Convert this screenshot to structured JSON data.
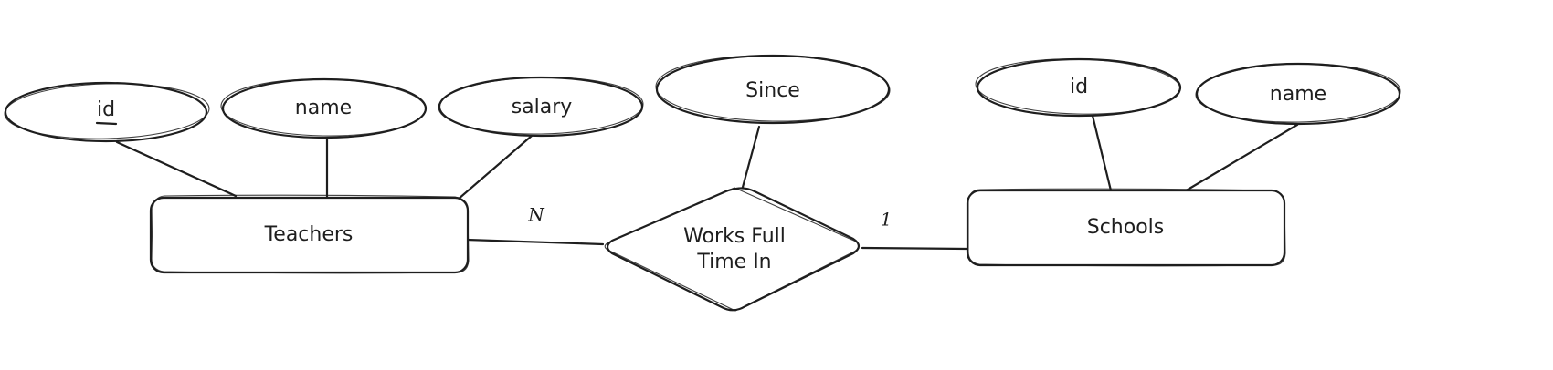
{
  "diagram": {
    "entities": [
      {
        "id": "teachers",
        "label": "Teachers"
      },
      {
        "id": "schools",
        "label": "Schools"
      }
    ],
    "relationship": {
      "id": "works",
      "label_lines": [
        "Works Full",
        "Time In"
      ]
    },
    "attributes": [
      {
        "id": "t_id",
        "label": "id",
        "owner": "teachers",
        "key": true
      },
      {
        "id": "t_name",
        "label": "name",
        "owner": "teachers",
        "key": false
      },
      {
        "id": "t_salary",
        "label": "salary",
        "owner": "teachers",
        "key": false
      },
      {
        "id": "since",
        "label": "Since",
        "owner": "works",
        "key": false
      },
      {
        "id": "s_id",
        "label": "id",
        "owner": "schools",
        "key": false
      },
      {
        "id": "s_name",
        "label": "name",
        "owner": "schools",
        "key": false
      }
    ],
    "cardinalities": {
      "teachers_side": "N",
      "schools_side": "1"
    }
  }
}
